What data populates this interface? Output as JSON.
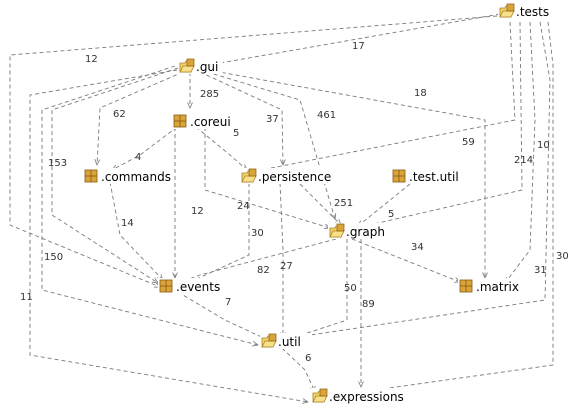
{
  "packages": [
    {
      "id": "tests",
      "label": ".tests",
      "icon": "folder-package-icon"
    },
    {
      "id": "gui",
      "label": ".gui",
      "icon": "folder-package-icon"
    },
    {
      "id": "coreui",
      "label": ".coreui",
      "icon": "package-icon"
    },
    {
      "id": "commands",
      "label": ".commands",
      "icon": "package-icon"
    },
    {
      "id": "persistence",
      "label": ".persistence",
      "icon": "folder-package-icon"
    },
    {
      "id": "testutil",
      "label": ".test.util",
      "icon": "package-icon"
    },
    {
      "id": "graph",
      "label": ".graph",
      "icon": "folder-package-icon"
    },
    {
      "id": "events",
      "label": ".events",
      "icon": "package-icon"
    },
    {
      "id": "matrix",
      "label": ".matrix",
      "icon": "package-icon"
    },
    {
      "id": "util",
      "label": ".util",
      "icon": "folder-package-icon"
    },
    {
      "id": "expressions",
      "label": ".expressions",
      "icon": "folder-package-icon"
    }
  ],
  "dependencies": [
    {
      "from": "tests",
      "to": "gui",
      "count": "17"
    },
    {
      "from": "tests",
      "to": "events",
      "count": "12"
    },
    {
      "from": "tests",
      "to": "persistence",
      "count": "59"
    },
    {
      "from": "tests",
      "to": "graph",
      "count": "214"
    },
    {
      "from": "tests",
      "to": "matrix",
      "count": "10"
    },
    {
      "from": "tests",
      "to": "util",
      "count": "31"
    },
    {
      "from": "tests",
      "to": "expressions",
      "count": "30"
    },
    {
      "from": "gui",
      "to": "coreui",
      "count": "285"
    },
    {
      "from": "gui",
      "to": "commands",
      "count": "62"
    },
    {
      "from": "gui",
      "to": "persistence",
      "count": "37"
    },
    {
      "from": "gui",
      "to": "graph",
      "count": "461"
    },
    {
      "from": "gui",
      "to": "matrix",
      "count": "18"
    },
    {
      "from": "gui",
      "to": "events",
      "count": "153"
    },
    {
      "from": "gui",
      "to": "util",
      "count": "150"
    },
    {
      "from": "gui",
      "to": "expressions",
      "count": "11"
    },
    {
      "from": "coreui",
      "to": "commands",
      "count": "4"
    },
    {
      "from": "coreui",
      "to": "persistence",
      "count": "5"
    },
    {
      "from": "coreui",
      "to": "graph",
      "count": "24"
    },
    {
      "from": "coreui",
      "to": "events",
      "count": "12"
    },
    {
      "from": "commands",
      "to": "events",
      "count": "14"
    },
    {
      "from": "persistence",
      "to": "graph",
      "count": "251"
    },
    {
      "from": "persistence",
      "to": "events",
      "count": "30"
    },
    {
      "from": "persistence",
      "to": "util",
      "count": "27"
    },
    {
      "from": "testutil",
      "to": "graph",
      "count": "5"
    },
    {
      "from": "graph",
      "to": "events",
      "count": "82"
    },
    {
      "from": "graph",
      "to": "matrix",
      "count": "34"
    },
    {
      "from": "graph",
      "to": "util",
      "count": "50"
    },
    {
      "from": "graph",
      "to": "expressions",
      "count": "89"
    },
    {
      "from": "events",
      "to": "util",
      "count": "7"
    },
    {
      "from": "util",
      "to": "expressions",
      "count": "6"
    }
  ],
  "colors": {
    "edge": "#7a7a7a",
    "package_fill": "#d9a43a",
    "package_stroke": "#8a5a10",
    "folder_fill": "#f2d36b",
    "folder_stroke": "#a88020"
  }
}
